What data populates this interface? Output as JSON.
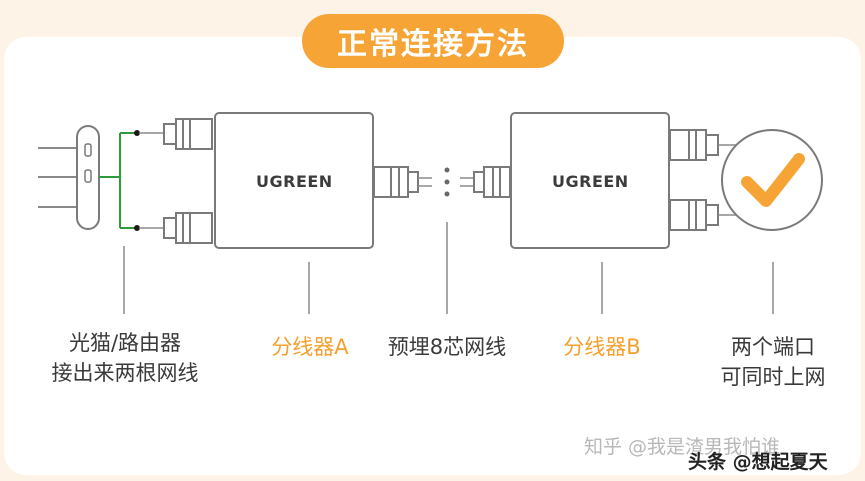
{
  "title": "正常连接方法",
  "labels": {
    "source_line1": "光猫/路由器",
    "source_line2": "接出来两根网线",
    "splitter_a": "分线器A",
    "cable": "预埋8芯网线",
    "splitter_b": "分线器B",
    "result_line1": "两个端口",
    "result_line2": "可同时上网"
  },
  "devices": {
    "brand_a": "UGREEN",
    "brand_b": "UGREEN"
  },
  "watermark": {
    "zhihu": "知乎 @我是渣男我怕谁",
    "toutiao": "头条 @想起夏天"
  },
  "colors": {
    "accent": "#f7a437",
    "green_wire": "#2e9b3a",
    "check": "#f7a437"
  },
  "icons": {
    "check": "check-circle-icon"
  }
}
